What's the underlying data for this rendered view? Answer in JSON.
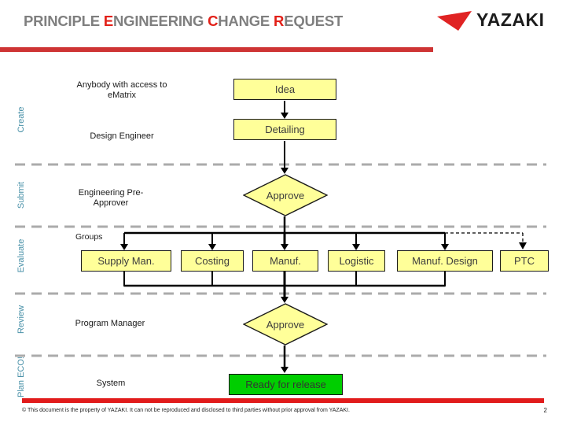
{
  "title": {
    "p1": "PRINCIPLE ",
    "r1": "E",
    "p2": "NGINEERING ",
    "r2": "C",
    "p3": "HANGE ",
    "r3": "R",
    "p4": "EQUEST"
  },
  "logo": {
    "text": "YAZAKI"
  },
  "phases": {
    "create": "Create",
    "submit": "Submit",
    "evaluate": "Evaluate",
    "review": "Review",
    "plan_eco": "Plan ECO!"
  },
  "actors": {
    "anybody": "Anybody with access to eMatrix",
    "design_engineer": "Design Engineer",
    "eng_pre_approver": "Engineering Pre-Approver",
    "groups": "Groups",
    "program_manager": "Program Manager",
    "system": "System"
  },
  "nodes": {
    "idea": "Idea",
    "detailing": "Detailing",
    "approve_1": "Approve",
    "groups": [
      "Supply Man.",
      "Costing",
      "Manuf.",
      "Logistic",
      "Manuf. Design",
      "PTC"
    ],
    "approve_2": "Approve",
    "ready": "Ready for release"
  },
  "footer": {
    "copyright": "© This document is the property of YAZAKI. It can not be reproduced and disclosed to third parties without prior approval from YAZAKI.",
    "page": "2"
  },
  "colors": {
    "accent_red": "#e11b1b",
    "header_rule_red": "#ce3434",
    "node_fill": "#ffff99",
    "release_fill": "#00ce00",
    "phase_label": "#4991a8",
    "title_gray": "#7f7f7f",
    "separator_gray": "#abABab"
  }
}
